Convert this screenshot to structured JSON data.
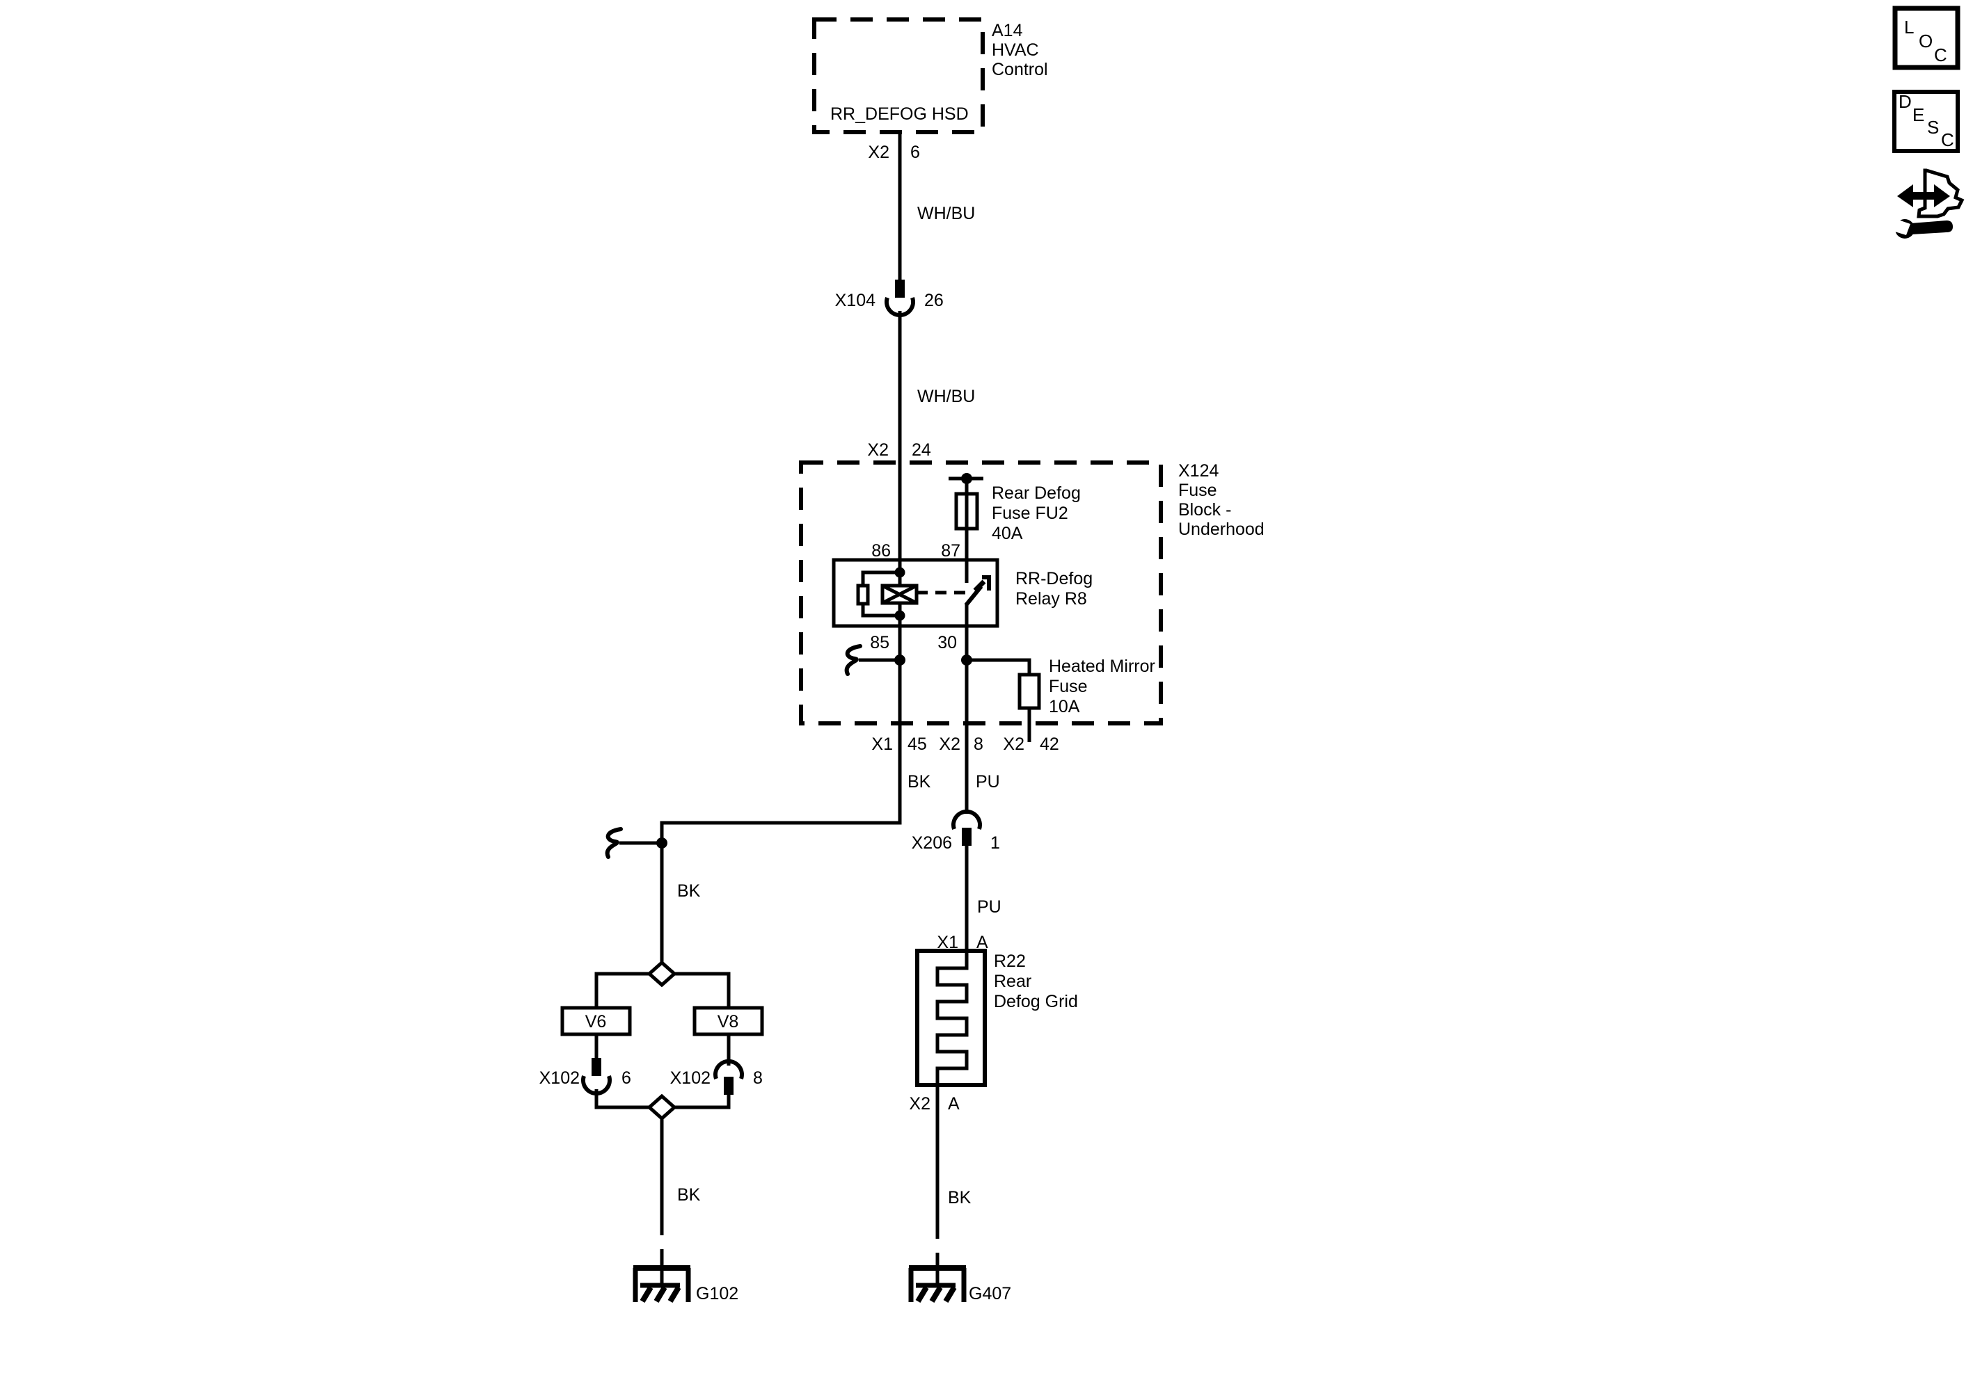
{
  "palette": {
    "ink": "#000000",
    "paper": "#ffffff"
  },
  "hvac_control": {
    "id": "A14",
    "name_line1": "HVAC",
    "name_line2": "Control",
    "signal": "RR_DEFOG HSD",
    "connector": "X2",
    "pin": "6"
  },
  "wire_labels": {
    "seg1": "WH/BU",
    "seg2": "WH/BU",
    "bk_out": "BK",
    "pu_out": "PU",
    "pu_mid": "PU",
    "bk_branch": "BK",
    "bk_branch_lower": "BK",
    "bk_grid_lower": "BK"
  },
  "x104": {
    "id": "X104",
    "pin": "26"
  },
  "fuse_block": {
    "entry_connector": "X2",
    "entry_pin": "24",
    "id": "X124",
    "name_line1": "Fuse",
    "name_line2": "Block -",
    "name_line3": "Underhood",
    "fu2_line1": "Rear Defog",
    "fu2_line2": "Fuse FU2",
    "fu2_line3": "40A",
    "relay_line1": "RR-Defog",
    "relay_line2": "Relay R8",
    "pin86": "86",
    "pin87": "87",
    "pin85": "85",
    "pin30": "30",
    "heated_line1": "Heated Mirror",
    "heated_line2": "Fuse",
    "heated_line3": "10A",
    "exit1_connector": "X1",
    "exit1_pin": "45",
    "exit2_connector": "X2",
    "exit2_pin": "8",
    "exit3_connector": "X2",
    "exit3_pin": "42"
  },
  "x206": {
    "id": "X206",
    "pin": "1"
  },
  "defog_grid": {
    "top_connector": "X1",
    "top_pin": "A",
    "id": "R22",
    "name_line1": "Rear",
    "name_line2": "Defog Grid",
    "bottom_connector": "X2",
    "bottom_pin": "A"
  },
  "splice_v6": "V6",
  "splice_v8": "V8",
  "x102_left": {
    "id": "X102",
    "pin": "6"
  },
  "x102_right": {
    "id": "X102",
    "pin": "8"
  },
  "ground_left": "G102",
  "ground_right": "G407",
  "toolbar": {
    "loc": {
      "l1": "L",
      "l2": "O",
      "l3": "C"
    },
    "desc": {
      "l1": "D",
      "l2": "E",
      "l3": "S",
      "l4": "C"
    }
  }
}
